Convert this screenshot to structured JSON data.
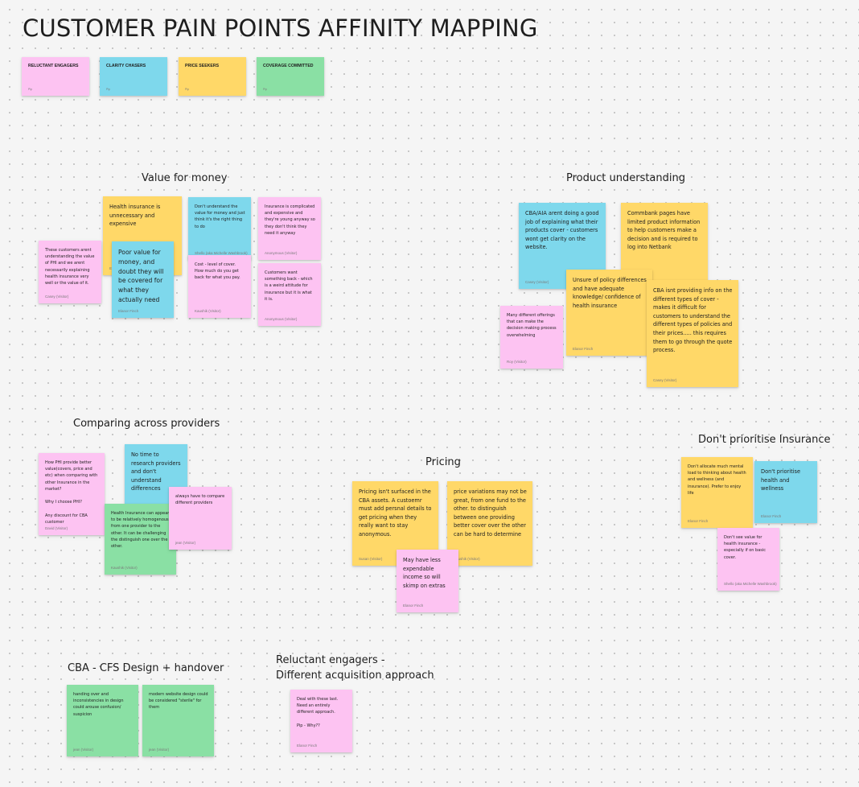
{
  "title": "CUSTOMER PAIN POINTS AFFINITY MAPPING",
  "colors": {
    "pink": "#fdc3f2",
    "yellow": "#ffd868",
    "blue": "#7ed8ec",
    "green": "#8ae0a4",
    "background": "#f5f5f5"
  },
  "legend": [
    {
      "label": "RELUCTANT ENGAGERS",
      "author": "Pip",
      "color": "pink"
    },
    {
      "label": "CLARITY CHASERS",
      "author": "Pip",
      "color": "blue"
    },
    {
      "label": "PRICE SEEKERS",
      "author": "Pip",
      "color": "yellow"
    },
    {
      "label": "COVERAGE COMMITTED",
      "author": "Pip",
      "color": "green"
    }
  ],
  "headings": {
    "value_for_money": "Value for money",
    "product_understanding": "Product understanding",
    "comparing": "Comparing across providers",
    "pricing": "Pricing",
    "dont_prioritise": "Don't prioritise Insurance",
    "cba_cfs": "CBA - CFS Design + handover",
    "reluctant_line1": "Reluctant engagers -",
    "reluctant_line2": "Different acquisition approach"
  },
  "notes": {
    "vfm_1": {
      "text": "These customers arent understanding the value of PHI and we arent necessarily explaining health insurance very well or the value of it.",
      "author": "Casey (Visitor)",
      "color": "pink"
    },
    "vfm_2": {
      "text": "Health insurance is unnecessary and expensive",
      "author": "E",
      "color": "yellow"
    },
    "vfm_3": {
      "text": "Poor value for money, and doubt they will be covered for what they actually need",
      "author": "Elanor Finch",
      "color": "blue"
    },
    "vfm_4": {
      "text": "Don't understand the value for money and just think it's the right thing to do",
      "author": "Shello (aka Michelle Washbrook)",
      "color": "blue"
    },
    "vfm_5": {
      "text": "Cost - level of cover. How much do you get back for what you pay.",
      "author": "Kaushik (Visitor)",
      "color": "pink"
    },
    "vfm_6": {
      "text": "Insurance is complicated and expensive and they're young anyway so they don't think they need it anyway",
      "author": "Anonymous (Visitor)",
      "color": "pink"
    },
    "vfm_7": {
      "text": "Customers want something back - which is a weird attitude for insurance but it is what it is.",
      "author": "Anonymous (Visitor)",
      "color": "pink"
    },
    "pu_1": {
      "text": "CBA/AIA arent doing a good job of explaining what their products cover - customers wont get clarity on the website.",
      "author": "Casey (Visitor)",
      "color": "blue"
    },
    "pu_2": {
      "text": "Commbank pages have limited product information to help customers make a decision and is required to log into Netbank",
      "author": "",
      "color": "yellow"
    },
    "pu_3": {
      "text": "Unsure of policy differences and have adequate knowledge/ confidence of health insurance",
      "author": "Elanor Finch",
      "color": "yellow"
    },
    "pu_4": {
      "text": "CBA isnt providing info on the different types of cover - makes it difficult for customers to understand the different types of policies and their prices..... this requires them to go through the quote process.",
      "author": "Casey (Visitor)",
      "color": "yellow"
    },
    "pu_5": {
      "text": "Many different offerings that can make the decision making process overwhelming",
      "author": "Roy (Visitor)",
      "color": "pink"
    },
    "cmp_1": {
      "text": "How PHI provide better value(covers, price and etc) when comparing with other Insurance in the market?\n\nWhy I choose PHI?\n\nAny discount for CBA customer",
      "author": "David (Visitor)",
      "color": "pink"
    },
    "cmp_2": {
      "text": "No time to research providers and don't understand differences",
      "author": "",
      "color": "blue"
    },
    "cmp_3": {
      "text": "always have to compare different providers",
      "author": "jean (Visitor)",
      "color": "pink"
    },
    "cmp_4": {
      "text": "Health Insurance can appear to be relatively homogenous from one provider to the other. It can be challenging the distinguish one over the other.",
      "author": "Kaushik (Visitor)",
      "color": "green"
    },
    "pr_1": {
      "text": "Pricing isn't surfaced in the CBA assets. A custoemr must add persnal details to get pricing when they really want to stay anonymous.",
      "author": "Susan (Visitor)",
      "color": "yellow"
    },
    "pr_2": {
      "text": "price variations may not be great, from one fund to the other. to distinguish between one providing better cover over the other can be hard to determine",
      "author": "Kaushik (Visitor)",
      "color": "yellow"
    },
    "pr_3": {
      "text": "May have less expendable income so will skimp on extras",
      "author": "Elanor Finch",
      "color": "pink"
    },
    "dp_1": {
      "text": "Don't allocate much mental load to thinking about health and wellness (and insurance). Prefer to enjoy life",
      "author": "Elanor Finch",
      "color": "yellow"
    },
    "dp_2": {
      "text": "Don't prioritise health and wellness",
      "author": "Elanor Finch",
      "color": "blue"
    },
    "dp_3": {
      "text": "Don't see value for health insurance - especially if on basic cover.",
      "author": "Shello (aka Michelle Washbrook)",
      "color": "pink"
    },
    "cfs_1": {
      "text": "handing over and inconsistencies in design could arouse confusion/ suspicion",
      "author": "jean (Visitor)",
      "color": "green"
    },
    "cfs_2": {
      "text": "modern website design could be considered \"sterile\" for them",
      "author": "jean (Visitor)",
      "color": "green"
    },
    "re_1": {
      "text": "Deal with these last. Need an entirely different approach.\n\nPip - Why??",
      "author": "Elanor Finch",
      "color": "pink"
    }
  }
}
